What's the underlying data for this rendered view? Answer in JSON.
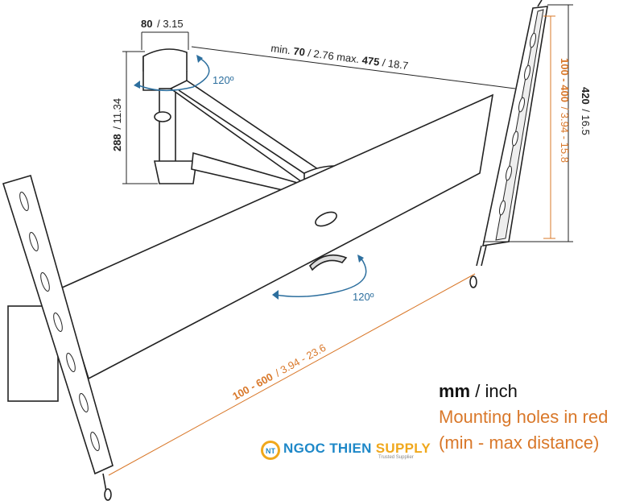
{
  "dimensions": {
    "depth_mm": "80",
    "depth_inch": "/ 3.15",
    "height_mm": "288",
    "height_inch": "/ 11.34",
    "extension_prefix": "min. ",
    "extension_min_mm": "70",
    "extension_mid": " / 2.76 max. ",
    "extension_max_mm": "475",
    "extension_max_inch": " / 18.7",
    "plate_height_mm": "420",
    "plate_height_inch": "/ 16.5",
    "vertical_holes": "100 - 400",
    "vertical_holes_inch": "/ 3.94 - 15.8",
    "horizontal_holes": "100 - 600",
    "horizontal_holes_inch": "/ 3.94 - 23.6",
    "swivel_top": "120º",
    "swivel_bottom": "120º"
  },
  "legend": {
    "units_bold": "mm",
    "units_rest": " / inch",
    "line2": "Mounting holes in red",
    "line3": "(min - max distance)"
  },
  "brand": {
    "logo_initials": "NT",
    "name": "NGOC THIEN ",
    "name_accent": "SUPPLY",
    "tagline": "Trusted Supplier"
  },
  "colors": {
    "line": "#222222",
    "red": "#d9782a",
    "blue": "#2d6f9e",
    "brand_blue": "#1e88c8",
    "brand_orange": "#f0a81c"
  }
}
